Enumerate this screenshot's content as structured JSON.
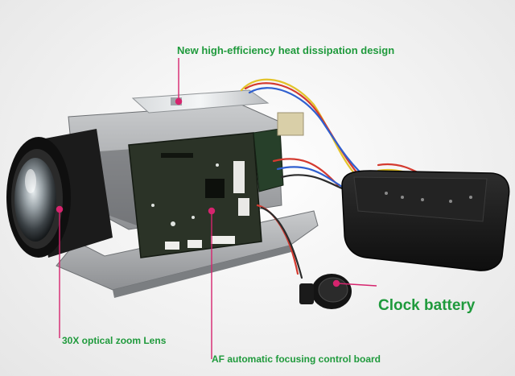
{
  "colors": {
    "label_text": "#1f9a3c",
    "leader_line": "#d6246e",
    "circuit_board": "#2b3327",
    "camera_housing": "#1b1b1b",
    "metal_frame": "#a9abad",
    "battery_case": "#161616"
  },
  "annotations": {
    "heat_dissipation": "New high-efficiency heat dissipation design",
    "clock_battery": "Clock battery",
    "zoom_lens": "30X optical zoom Lens",
    "af_board": "AF automatic focusing control board"
  }
}
